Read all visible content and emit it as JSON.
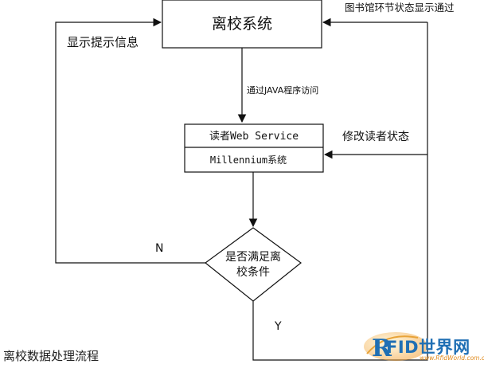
{
  "diagram": {
    "nodes": {
      "top": "离校系统",
      "service": "读者Web Service",
      "millennium": "Millennium系统",
      "decision_line1": "是否满足离",
      "decision_line2": "校条件"
    },
    "edges": {
      "java": "通过JAVA程序访问",
      "prompt": "显示提示信息",
      "no": "N",
      "yes": "Y",
      "modify": "修改读者状态",
      "library": "图书馆环节状态显示通过"
    }
  },
  "caption": "离校数据处理流程",
  "logo": {
    "brand": "FID世界网",
    "site": "www.RfidWorld.com.cn"
  }
}
